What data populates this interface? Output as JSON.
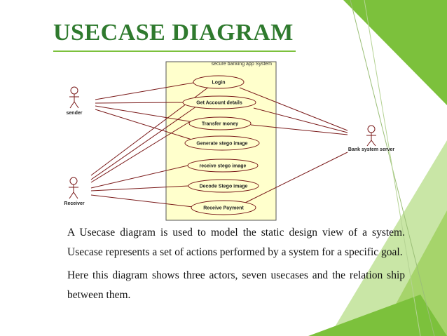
{
  "slide": {
    "title": "USECASE DIAGRAM",
    "paragraph_1": "A Usecase diagram is used to model the static design view of a system. Usecase represents a set of actions performed   by a system for a specific goal.",
    "paragraph_2": "Here this diagram shows three actors, seven usecases and the relation ship between them."
  },
  "diagram": {
    "system_label": "secure banking app System",
    "actors": {
      "sender": "sender",
      "receiver": "Receiver",
      "bank_server": "Bank system server"
    },
    "usecases": {
      "login": "Login",
      "get_account_details": "Get Account details",
      "transfer_money": "Transfer money",
      "generate_stego_image": "Generate stego image",
      "receive_stego_image": "receive stego image",
      "decode_stego_image": "Decode Stego image",
      "receive_payment": "Receive Payment"
    }
  },
  "colors": {
    "title": "#2f7a2e",
    "accent_green": "#7cc13c",
    "light_green": "#c9e6a6",
    "system_fill": "#ffffcc",
    "line": "#7a1a1a"
  }
}
